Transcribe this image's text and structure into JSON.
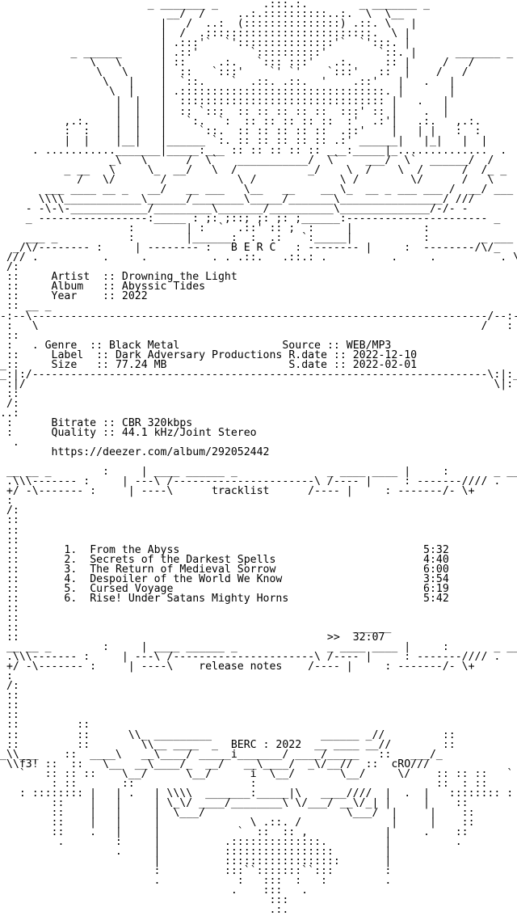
{
  "colors": {
    "background": "#ffffff",
    "text": "#000000"
  },
  "art": {
    "top_lines": [
      "                       _ _______ _       .:::.:.        _ _______ _",
      "                          __/  /     ..:.::::::::::..:.  \\  \\__",
      "                         |   /  ..:  (:::::::::::::::) .::. \\   |",
      "                         |  /  .::::::::::::::::::::::::::.  \\ |",
      "                         | .:::'`  `':::::::::::::::'`  `':::. |",
      "           _ ______      | .::'        `::::::::::'        `::. |      _______ _",
      "              \\   \\      | ::     .:.   `::: :::'   .:.     :: |     /   /",
      "               \\   \\     |  ::   `:::'    `' `'    `:::'   ::  |    /   /",
      "                \\   |    |  `::.    `  .::. .::.  '    .::'   |   .   |",
      "                 \\  |    | .::::::::::::::::::::::::::::::::. |       |",
      "                  |  |   |  :::::::::::::::::::::::::::::::: |   .   |",
      "                  |  |   |  :: `:::  :: :: :: :: ::  :::' :: |    .  |",
      "          ,.:.    |  |   |   `:.  `:  :: :: :: :: ::  :'  .:'|   .:.   ,.:.",
      "          :  :    |  |   |     `::.  :: :: :: :: ::  .::'    |   | |   :  :",
      "          |  |    |__|   |______ `:. :: :: :: :: :: .:' ______|   |_|   |  |",
      "     . ..........._______|_____:___ :: :: :: :: :: ___:_____|_..............  .",
      "                 _\\   \\      /  \\`   ___________/  \\`    ___/  \\`  ______/  /",
      "          _ __   \\     \\_  __/   \\  /           _/    \\  /    \\  /      /  /_ _",
      "            /   \\/       /           \\ /             \\ /        \\/      /   \\",
      "       ___ ____ __ _   __/   __ ___   \\__   __    __ \\_  __ _ ___ ___ /  __/ ___ _",
      "      \\\\\\\\____________\\______/________\\_____/_______\\________________/ ///",
      "    - -\\-\\-____________/_________\\_______/__________\\______________/-/- -",
      "    _ -----------------:_____ : ;: ;::; ;: ;: ;______:---------------------- _",
      "                    :        | :  `  .::' :: ;  :     |           :",
      "    ___ _           :        |______:  :  .:   `:_____|           :        _ ___"
    ],
    "header_box_lines": [
      "  _/\\/-------- :     | -------- :             : -------- |     :  --------/\\/_",
      " /// .          .     .          . . .:: .  .:: : .          .     .           . \\\\\\",
      " /:                                                                               :\\"
    ],
    "mid_divider_lines": [
      "-:--\\-----------------------------------------------------------------------/--:-",
      " :   \\                                                                     /   :"
    ],
    "mid_divider_bottom_lines": [
      "_:|:/-----------------------------------------------------------------------\\:|:_",
      " :|/                                                                         \\|:"
    ],
    "links_lines": [
      " :                                                                               :",
      " /:                                                                              :\\",
      "..:                                                                              :.."
    ],
    "tracklist_frame_top": " __ __ _        :     | ____ ______ _              _ ____ ____ |     :       _ __ __",
    "tracklist_frame_top2": " .\\\\\\------- :     | ---\\ /----------------------\\ /---- |     : -------//// .",
    "tracklist_frame_bottom_edge": " +/ -\\------- :     | ----\\                        /---- |     : -------/- \\+",
    "release_frame_top": " __ __ _        :     | ____ ______ _              _ ____ ____ |     :       _ __ __",
    "release_frame_top2": " .\\\\\\------- :     | ---\\ /----------------------\\ /---- |     : -------//// .",
    "release_frame_bottom_edge": " +/ -\\------- :     | ----\\                        /---- |     : -------/- \\+",
    "bottom_lines": [
      " ::           ::                                                         ::           ::",
      " ::           ::        _                                  _            ::           ::",
      " ::          ..      \\\\_ _________                 ______ _//          ..          ::",
      " _\\___  _  ::  ____    \\__\\ __  _/______   _______\\  _  __/______ ____  ::  _  ___/_",
      "  \\\\\\  :: :: ::   \\    __\\___\\  __/___ __\\  ____/__/___/__ ___  ////  :: :: :: ///",
      "   `   :: :: ::    \\__/      \\__/      i  \\__/       \\__/     \\/    :: :: ::   `",
      "        : ::       ::                  :                            ::  : ::",
      "   : :::::::: |   | .   | \\\\\\\\  _______:_____|\\   ____////  |  .  |   :::::::: :",
      "        ::    |   |     | \\_\\/ ____/________\\ \\/___/ __\\/_| |     |    ::",
      "        ::    |   |     |  \\___/                      \\___/  |     |    ::",
      "        ::    |   |     |              \\ .::. /              |     |    ::",
      "        ::    .   |     |            `  ::  :: ,            |     .    ::",
      "         .        :     |          .::::::::::::::.         |          .",
      "                  .     |          :::::::::::::::::        |",
      "                        |          ::::::::::::::::::       |",
      "                        :          :::``:::::::``:::        :",
      "                        .            :   :::  :   :         .",
      "                                    .    :::   .",
      "                                          :::",
      "                                          .:."
    ]
  },
  "logo_text": "B E R C",
  "info": {
    "artist_label": "Artist",
    "artist_value": "Drowning the Light",
    "album_label": "Album",
    "album_value": "Abyssic Tides",
    "year_label": "Year",
    "year_value": "2022",
    "separator": "::",
    "genre_label": "Genre",
    "genre_value": "Black Metal",
    "label_label": "Label",
    "label_value": "Dark Adversary Productions",
    "size_label": "Size",
    "size_value": "77.24 MB",
    "source_label": "Source",
    "source_value": "WEB/MP3",
    "rdate_label": "R.date",
    "rdate_value": "2022-12-10",
    "sdate_label": "S.date",
    "sdate_value": "2022-02-01",
    "bitrate_label": "Bitrate",
    "bitrate_value": "CBR 320kbps",
    "quality_label": "Quality",
    "quality_value": "44.1 kHz/Joint Stereo",
    "url": "https://deezer.com/album/292052442"
  },
  "tracklist": {
    "title": "tracklist",
    "tracks": [
      {
        "num": "1.",
        "title": "From the Abyss",
        "time": "5:32"
      },
      {
        "num": "2.",
        "title": "Secrets of the Darkest Spells",
        "time": "4:40"
      },
      {
        "num": "3.",
        "title": "The Return of Medieval Sorrow",
        "time": "6:00"
      },
      {
        "num": "4.",
        "title": "Despoiler of the World We Know",
        "time": "3:54"
      },
      {
        "num": "5.",
        "title": "Cursed Voyage",
        "time": "6:19"
      },
      {
        "num": "6.",
        "title": "Rise! Under Satans Mighty Horns",
        "time": "5:42"
      }
    ],
    "total_rule": "______",
    "total_marker": ">>",
    "total_time": "32:07"
  },
  "release_notes": {
    "title": "release notes"
  },
  "footer": {
    "group": "BERC",
    "year": "2022",
    "left_tag": "f3!",
    "right_tag": "cRO"
  }
}
